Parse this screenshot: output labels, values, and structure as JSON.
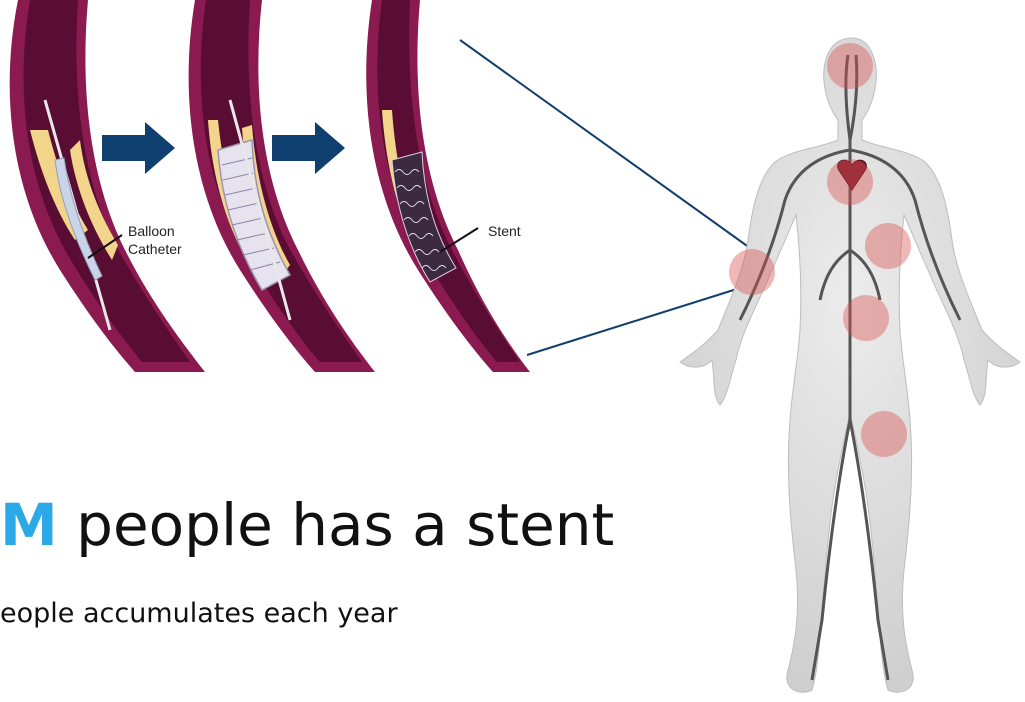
{
  "colors": {
    "accent": "#2ba8e6",
    "arrow": "#0f3f6e",
    "vessel_outer": "#8a1a4f",
    "vessel_inner": "#5a0d33",
    "plaque": "#f2d48a",
    "hotspot": "#d94a4a",
    "body": "#dcdcdc",
    "artery": "#555555",
    "connector": "#123e6b"
  },
  "illustration": {
    "balloon_label_line1": "Balloon",
    "balloon_label_line2": "Catheter",
    "stent_label": "Stent",
    "arrow_icon": "right-arrow-icon"
  },
  "headline": {
    "accent_text": "M",
    "text": " people has a stent"
  },
  "subline": {
    "text": "eople accumulates each year"
  }
}
